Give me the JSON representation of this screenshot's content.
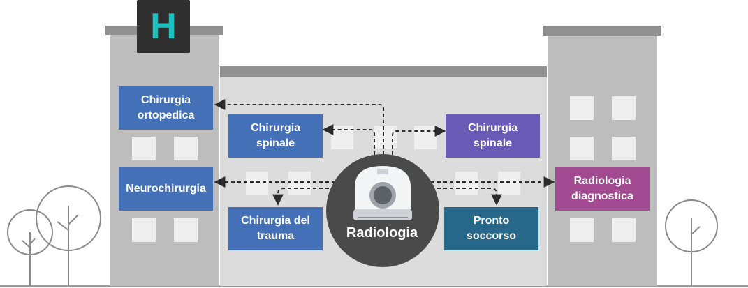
{
  "hospital_sign": "H",
  "center": {
    "label": "Radiologia"
  },
  "departments": {
    "ortopedica": "Chirurgia\nortopedica",
    "spinale_left": "Chirurgia\nspinale",
    "spinale_right": "Chirurgia\nspinale",
    "neurochirurgia": "Neurochirurgia",
    "radiologia_diagnostica": "Radiologia\ndiagnostica",
    "trauma": "Chirurgia del\ntrauma",
    "pronto_soccorso": "Pronto\nsoccorso"
  },
  "colors": {
    "blue": "#4470b8",
    "purple": "#6a5bb6",
    "magenta": "#a24a92",
    "teal": "#27688a",
    "hospital_sign": "#1cc1bd",
    "center_circle": "#4a4a4a"
  },
  "icons": [
    "hospital-h-icon",
    "ct-scanner-icon",
    "tree-icon"
  ]
}
